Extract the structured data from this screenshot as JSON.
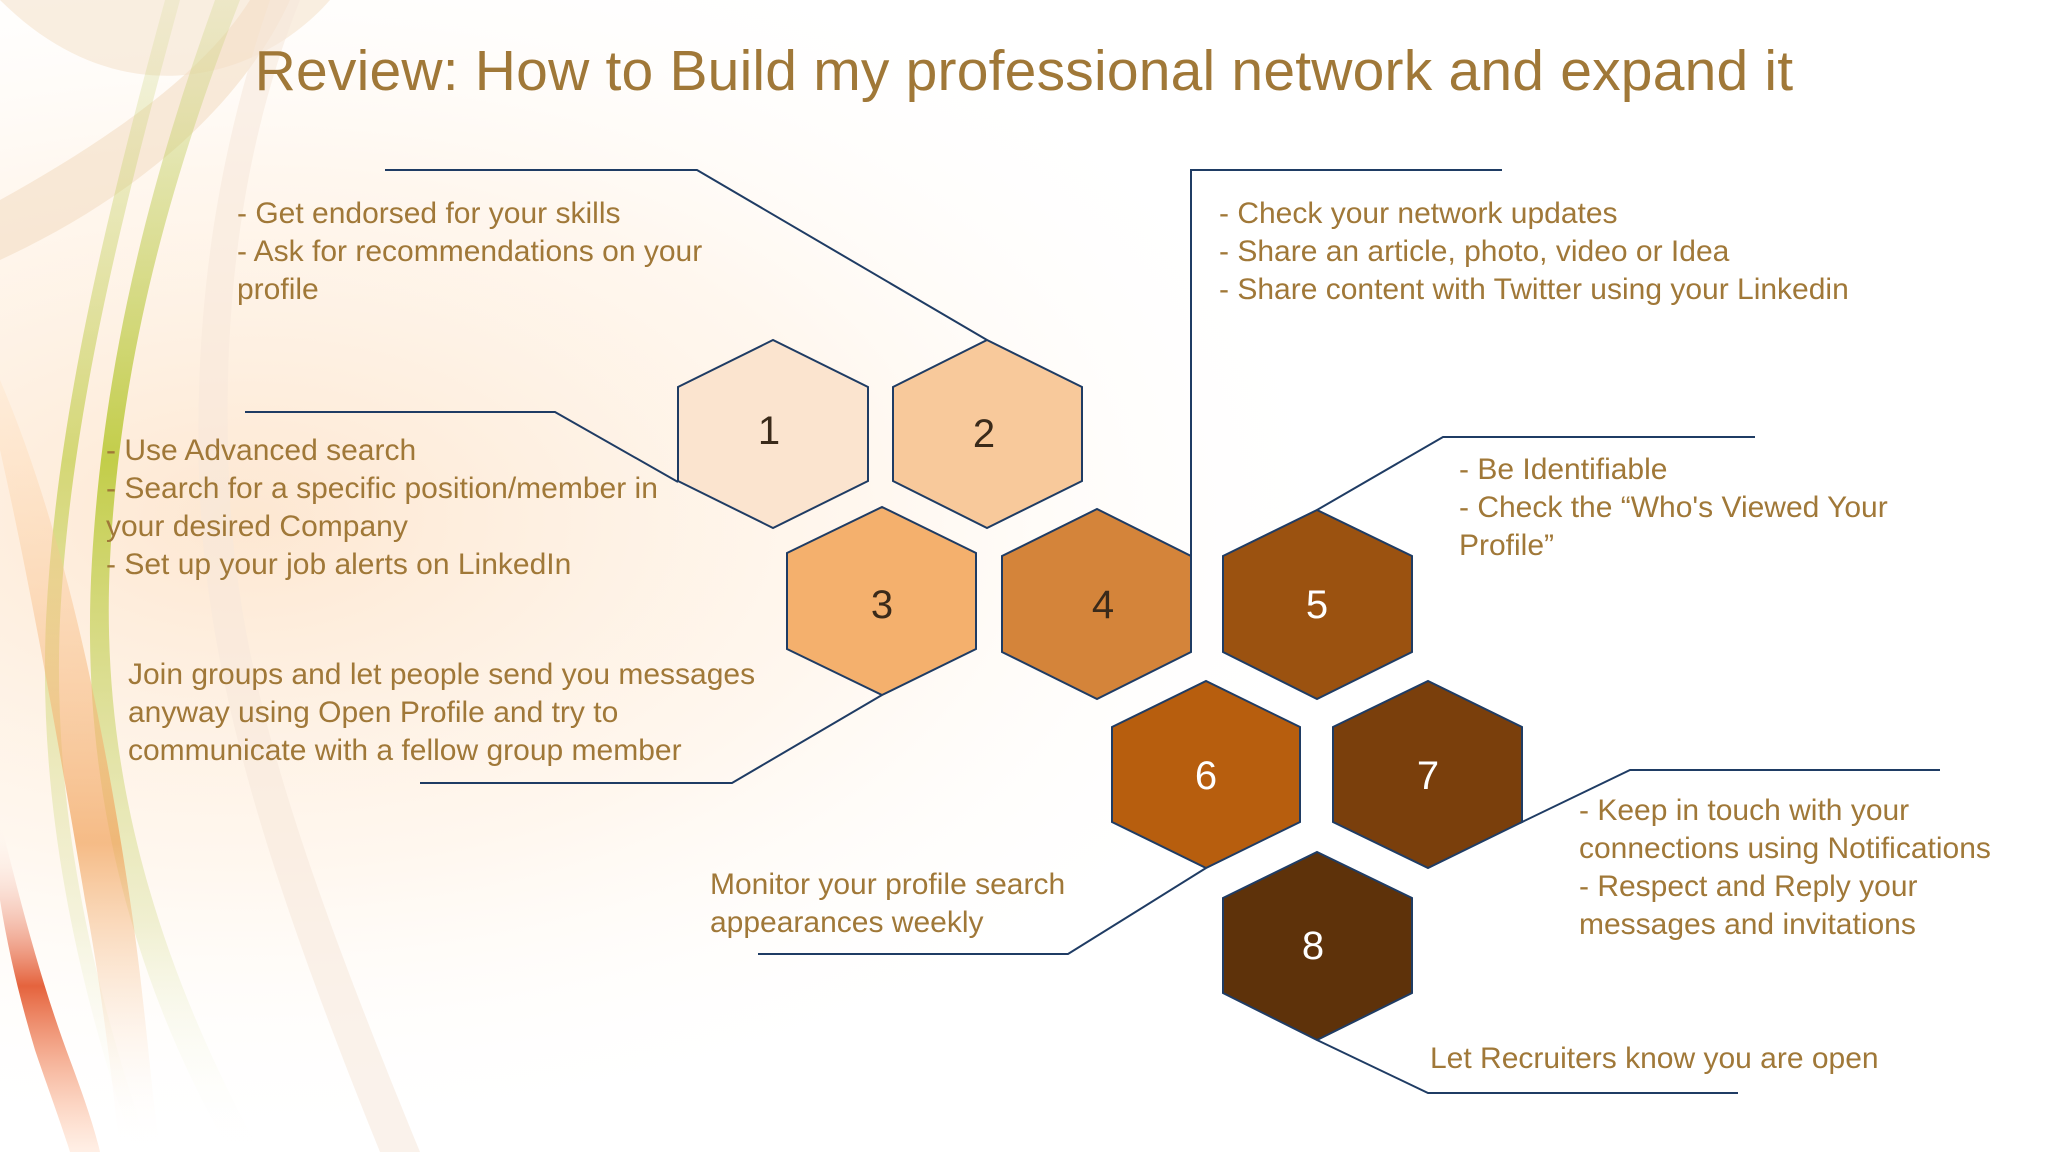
{
  "title": "Review: How to Build my professional network and expand it",
  "colors": {
    "text": "#a07838",
    "line": "#1f3c64",
    "hex_stroke": "#1f3c64"
  },
  "hexagons": [
    {
      "label": "1",
      "fill": "#fbe4cf",
      "text_color": "#3a2a1a"
    },
    {
      "label": "2",
      "fill": "#f8c99b",
      "text_color": "#3a2a1a"
    },
    {
      "label": "3",
      "fill": "#f4b06d",
      "text_color": "#3a2a1a"
    },
    {
      "label": "4",
      "fill": "#d4843a",
      "text_color": "#3a2a1a"
    },
    {
      "label": "5",
      "fill": "#9b5210",
      "text_color": "#ffffff"
    },
    {
      "label": "6",
      "fill": "#b75e0e",
      "text_color": "#ffffff"
    },
    {
      "label": "7",
      "fill": "#7a3f0c",
      "text_color": "#ffffff"
    },
    {
      "label": "8",
      "fill": "#5e320a",
      "text_color": "#ffffff"
    }
  ],
  "notes": {
    "hex1": "- Use Advanced search\n- Search for a specific position/member in your desired Company\n- Set up your job alerts on LinkedIn",
    "hex2": "- Get endorsed for your skills\n- Ask for recommendations on your profile",
    "hex3": "Join groups and let people send you messages anyway using Open Profile and try to communicate with a fellow group member",
    "hex4": "- Check your network updates\n- Share an article, photo, video or Idea\n- Share content with Twitter using your Linkedin",
    "hex5": "- Be Identifiable\n- Check the “Who's Viewed Your Profile”",
    "hex6": "Monitor your profile search appearances weekly",
    "hex7": "- Keep in touch with your connections using Notifications\n- Respect and Reply your messages and invitations",
    "hex8": "Let Recruiters know you are open"
  }
}
